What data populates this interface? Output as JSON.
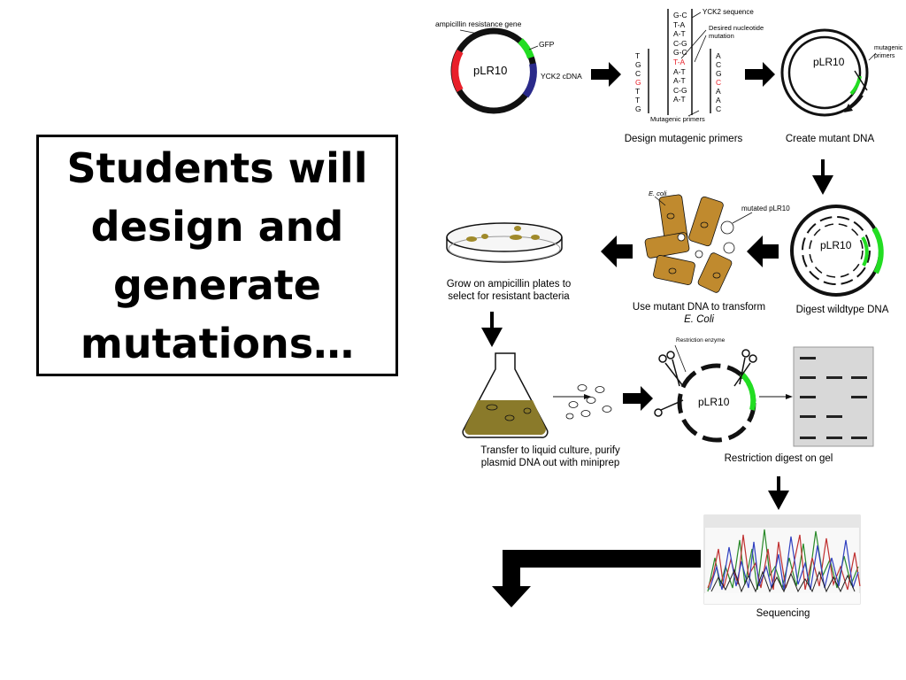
{
  "title_lines": [
    "Students will",
    "design and",
    "generate",
    "mutations…"
  ],
  "plasmid": {
    "name": "pLR10",
    "ampicillin_label": "ampicillin resistance gene",
    "gfp_label": "GFP",
    "yck2_label": "YCK2 cDNA"
  },
  "primers": {
    "yck2_sequence": "YCK2 sequence",
    "desired_mutation": "Desired nucleotide mutation",
    "mutagenic_primers": "Mutagenic primers",
    "left_column": [
      "T",
      "G",
      "C",
      "G",
      "T",
      "T",
      "G"
    ],
    "pairs": [
      "G-C",
      "T-A",
      "A-T",
      "C-G",
      "G-C",
      "T-A",
      "A-T",
      "A-T",
      "C-G",
      "A-T"
    ],
    "right_column": [
      "A",
      "C",
      "G",
      "C",
      "A",
      "A",
      "C"
    ]
  },
  "steps": {
    "design": "Design mutagenic primers",
    "create": "Create mutant DNA",
    "mutagenic_primers_label": "mutagenic primers",
    "digest_wildtype": "Digest wildtype DNA",
    "mutated_plr10": "mutated pLR10",
    "e_coli": "E. coli",
    "transform_line1": "Use mutant DNA to transform",
    "transform_line2": "E. Coli",
    "grow_line1": "Grow on ampicillin plates to",
    "grow_line2": "select for resistant bacteria",
    "transfer_line1": "Transfer to liquid culture, purify",
    "transfer_line2": "plasmid DNA out with miniprep",
    "restriction_enzyme": "Restriction enzyme",
    "restriction_digest": "Restriction digest on gel",
    "sequencing": "Sequencing"
  },
  "colors": {
    "green": "#22dd22",
    "red": "#e8202a",
    "navy": "#2a2a8a",
    "bacteria": "#c08a2e",
    "culture": "#8a7a2a"
  }
}
